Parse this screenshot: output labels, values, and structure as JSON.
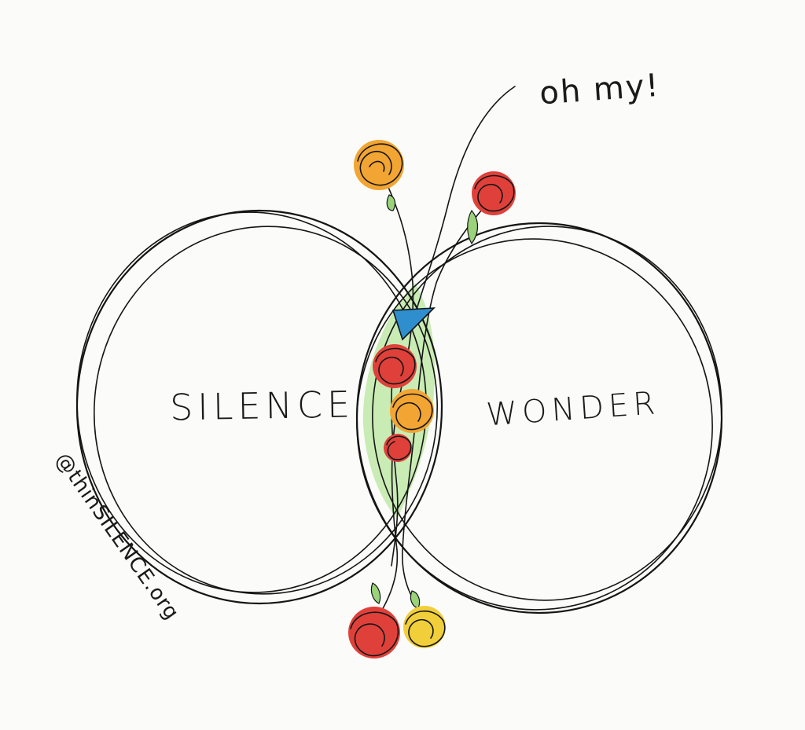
{
  "diagram": {
    "left_label": "SILENCE",
    "right_label": "WONDER",
    "exclamation": "oh my!",
    "credit": "@thinSILENCE.org",
    "colors": {
      "ink": "#151515",
      "paper": "#fbfbf9",
      "overlap_green": "#bfe8a8",
      "flower_red": "#e0403a",
      "flower_orange": "#f2a533",
      "flower_yellow": "#f0cf3a",
      "triangle_blue": "#2f8fce",
      "leaf_green": "#9ad37a"
    },
    "icons": [
      "flower-icon",
      "triangle-icon",
      "leaf-icon"
    ]
  }
}
